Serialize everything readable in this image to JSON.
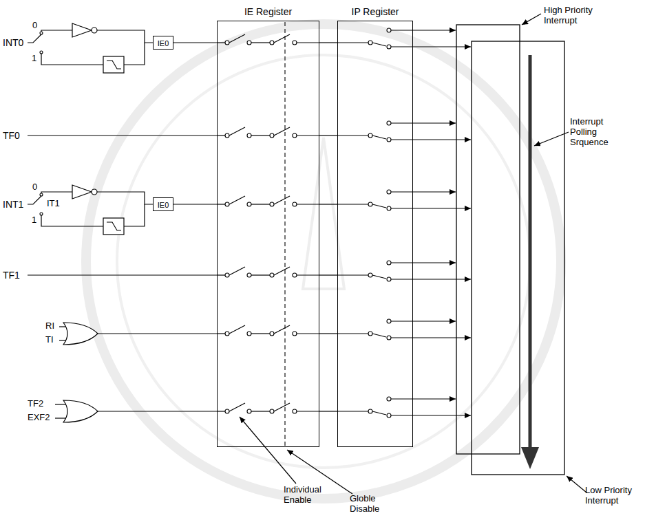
{
  "diagram": {
    "nodes": [
      {
        "text": [
          "IE Register"
        ]
      },
      {
        "text": [
          "IP Register"
        ]
      },
      {
        "text": [
          "IE0"
        ]
      },
      {
        "text": [
          "IE0"
        ]
      }
    ],
    "edges": [
      {
        "from": 2,
        "to": 0,
        "arrow": "none"
      },
      {
        "from": 3,
        "to": 0,
        "arrow": "none"
      },
      {
        "from": 0,
        "to": 1,
        "arrow": "none"
      },
      {
        "from": 0,
        "to": 1,
        "arrow": "none"
      },
      {
        "from": 0,
        "to": 1,
        "arrow": "none"
      },
      {
        "from": 0,
        "to": 1,
        "arrow": "none"
      },
      {
        "from": 0,
        "to": 1,
        "arrow": "none"
      },
      {
        "from": 0,
        "to": 1,
        "arrow": "none"
      }
    ],
    "labels": [
      "INT0",
      "0",
      "1",
      "TF0",
      "INT1",
      "0",
      "1",
      "IT1",
      "TF1",
      "RI",
      "TI",
      "TF2",
      "EXF2",
      "High Priority Interrupt",
      "Interrupt Polling Srquence",
      "Individual Enable",
      "Globle Disable",
      "Low Priority Interrupt"
    ]
  }
}
